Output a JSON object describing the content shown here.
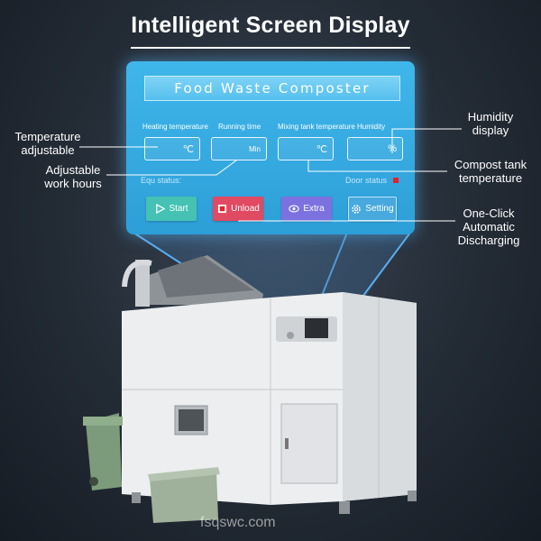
{
  "headline": "Intelligent Screen Display",
  "screen": {
    "title": "Food Waste Composter",
    "fields": [
      {
        "label": "Heating temperature",
        "unit": "℃"
      },
      {
        "label": "Running time",
        "unit": "Min"
      },
      {
        "label": "Mixing tank temperature",
        "unit": "℃"
      },
      {
        "label": "Humidity",
        "unit": "%"
      }
    ],
    "equ_status": "Equ status:",
    "door_status": "Door status",
    "buttons": {
      "start": "Start",
      "unload": "Unload",
      "extra": "Extra",
      "setting": "Setting"
    }
  },
  "callouts": {
    "temperature": "Temperature\nadjustable",
    "work_hours": "Adjustable\nwork hours",
    "humidity": "Humidity\ndisplay",
    "compost_temp": "Compost tank\ntemperature",
    "discharge": "One-Click\nAutomatic\nDischarging"
  },
  "watermark": "fsqswc.com",
  "colors": {
    "screen_blue": "#3fb6ea",
    "start_green": "#45c2b3",
    "unload_red": "#e04a62",
    "extra_purple": "#7b72e0",
    "door_indicator": "#e3222b"
  }
}
